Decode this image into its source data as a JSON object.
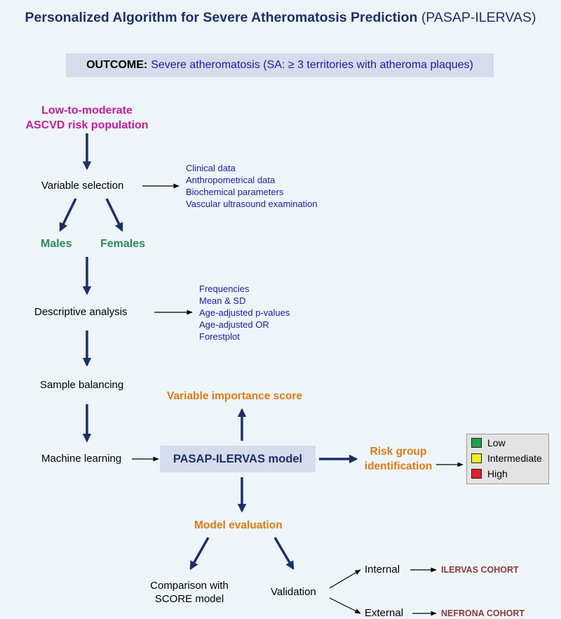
{
  "title": {
    "main": "Personalized Algorithm for Severe Atheromatosis Prediction",
    "abbr": "(PASAP-ILERVAS)"
  },
  "outcome": {
    "label": "OUTCOME:",
    "text": "Severe atheromatosis (SA: ≥ 3 territories with atheroma plaques)"
  },
  "population": [
    "Low-to-moderate",
    "ASCVD risk population"
  ],
  "steps": {
    "variable_selection": "Variable selection",
    "males": "Males",
    "females": "Females",
    "descriptive_analysis": "Descriptive analysis",
    "sample_balancing": "Sample balancing",
    "machine_learning": "Machine learning",
    "model": "PASAP-ILERVAS model",
    "variable_importance": "Variable importance score",
    "risk_group": [
      "Risk group",
      "identification"
    ],
    "model_evaluation": "Model evaluation",
    "comparison": [
      "Comparison with",
      "SCORE model"
    ],
    "validation": "Validation",
    "internal": "Internal",
    "external": "External",
    "internal_cohort": "ILERVAS COHORT",
    "external_cohort": "NEFRONA COHORT"
  },
  "variable_list": [
    "Clinical data",
    "Anthropometrical data",
    "Biochemical parameters",
    "Vascular ultrasound examination"
  ],
  "descriptive_list": [
    "Frequencies",
    "Mean & SD",
    "Age-adjusted p-values",
    "Age-adjusted OR",
    "Forestplot"
  ],
  "risk_levels": [
    {
      "label": "Low",
      "color": "#1e9e4a"
    },
    {
      "label": "Intermediate",
      "color": "#f3ee1c"
    },
    {
      "label": "High",
      "color": "#e0202a"
    }
  ],
  "colors": {
    "arrow": "#1d2f6b",
    "magenta": "#c41c9a",
    "green": "#2e8b57",
    "orange": "#e07a15",
    "list_blue": "#1a1aa8"
  }
}
